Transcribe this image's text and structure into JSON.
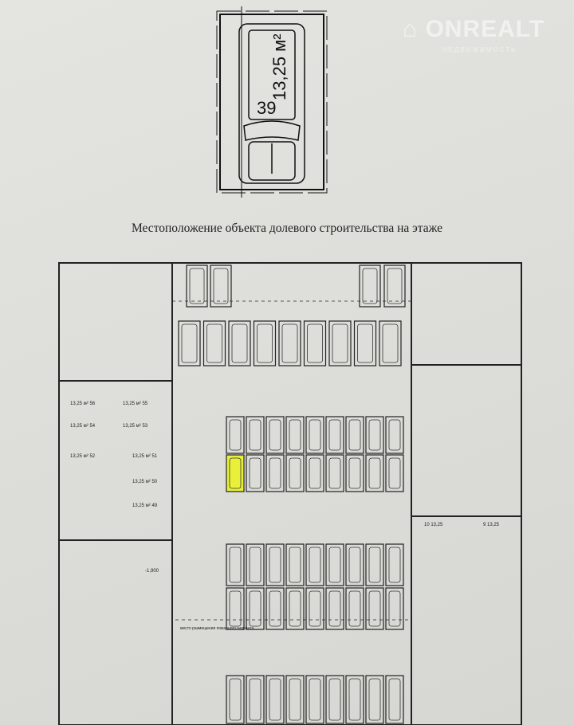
{
  "detail": {
    "area": "13,25 м²",
    "number": "39"
  },
  "caption": "Местоположение объекта долевого строительства на этаже",
  "watermark": {
    "brand": "ONREALT",
    "tagline": "НЕДВИЖИМОСТЬ"
  },
  "plan": {
    "highlighted_spot": "39",
    "highlight_color": "#e8f03a",
    "left_labels": [
      "13,25 м² 56",
      "13,25 м² 55",
      "13,25 м² 54",
      "13,25 м² 53",
      "13,25 м² 52",
      "13,25 м² 51",
      "13,25 м² 50",
      "13,25 м² 49"
    ],
    "right_labels": [
      "10 13,25",
      "9 13,25"
    ],
    "level_mark": "-1,900",
    "note": "место размещения пожарного гидранта"
  }
}
